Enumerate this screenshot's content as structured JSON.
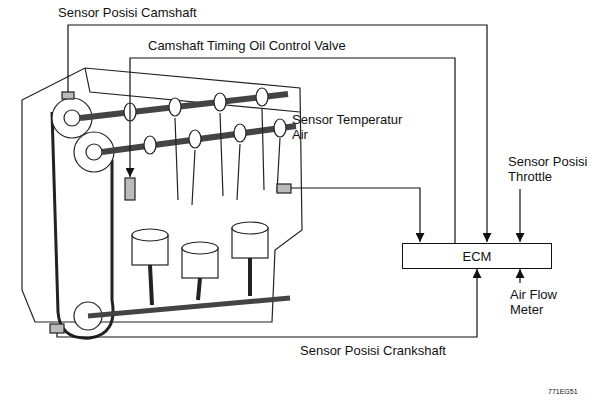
{
  "diagram": {
    "nodes": [
      {
        "text": [
          "ECM"
        ]
      }
    ],
    "labels": [
      "Sensor Posisi Camshaft",
      "Camshaft Timing Oil Control Valve",
      "Sensor Temperatur Air",
      "Sensor Posisi Throttle",
      "Air Flow Meter",
      "Sensor Posisi Crankshaft",
      "771EG51"
    ]
  }
}
